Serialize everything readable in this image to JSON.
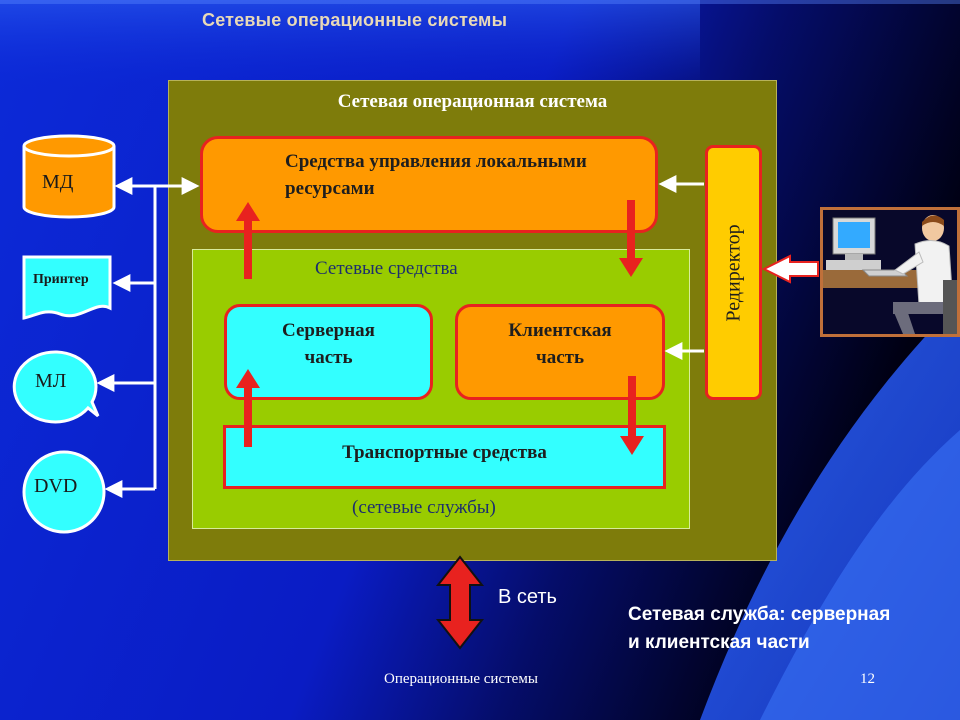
{
  "slide": {
    "title": "Сетевые операционные системы",
    "footer": "Операционные системы",
    "page_number": "12"
  },
  "diagram": {
    "outer_title": "Сетевая операционная система",
    "local_resources": "Средства управления локальными ресурсами",
    "redirector": "Редиректор",
    "network_means": "Сетевые средства",
    "server_part_line1": "Серверная",
    "server_part_line2": "часть",
    "client_part_line1": "Клиентская",
    "client_part_line2": "часть",
    "transport": "Транспортные средства",
    "network_services": "(сетевые службы)",
    "to_network": "В сеть"
  },
  "devices": {
    "disk": "МД",
    "printer": "Принтер",
    "tape": "МЛ",
    "dvd": "DVD"
  },
  "caption": {
    "line1": "Сетевая служба: серверная",
    "line2": "и клиентская части"
  },
  "colors": {
    "background_main": "#0a1fd6",
    "background_dark": "#000018",
    "outer_box": "#7e7c0b",
    "inner_box": "#99cc00",
    "orange": "#ff9900",
    "cyan": "#33ffff",
    "yellow": "#ffcc00",
    "red_arrow": "#e8221f"
  },
  "icons": [
    "user-at-computer-icon"
  ]
}
